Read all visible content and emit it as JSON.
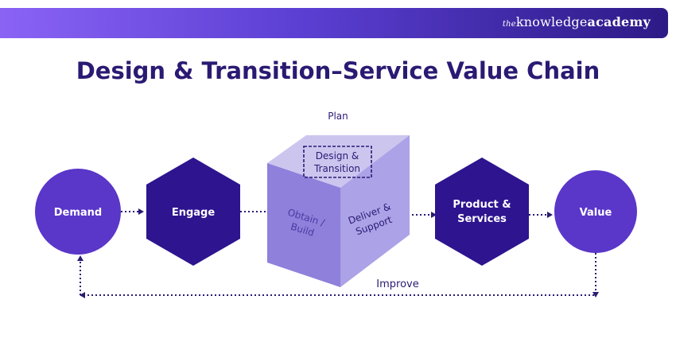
{
  "brand": {
    "prefix": "the",
    "name": "knowledge",
    "name_bold": "academy"
  },
  "title": "Design & Transition–Service Value Chain",
  "diagram": {
    "plan": "Plan",
    "improve": "Improve",
    "nodes": {
      "demand": "Demand",
      "engage": "Engage",
      "design_line1": "Design &",
      "design_line2": "Transition",
      "obtain_line1": "Obtain /",
      "obtain_line2": "Build",
      "deliver_line1": "Deliver &",
      "deliver_line2": "Support",
      "product_line1": "Product &",
      "product_line2": "Services",
      "value": "Value"
    }
  },
  "colors": {
    "circle": "#5a36c9",
    "hexagon": "#2e148f",
    "cube_top": "#ccc6ef",
    "cube_left": "#8e80db",
    "cube_right": "#aca2e7",
    "text_dark": "#2b1a73"
  }
}
